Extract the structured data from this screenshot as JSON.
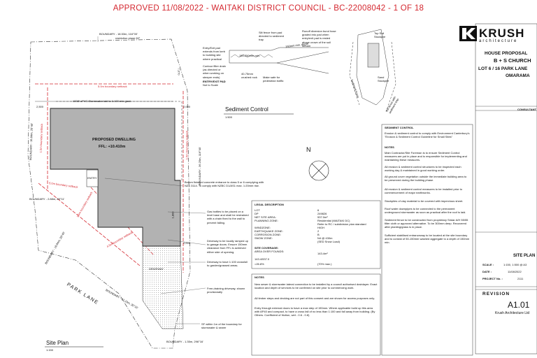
{
  "approval_stamp": "APPROVED 11/08/2022 - WAITAKI DISTRICT COUNCIL - BC-22008042 - 1 OF 18",
  "site_plan": {
    "title": "Site Plan",
    "scale": "1:150",
    "building_label": "PROPOSED DWELLING",
    "ffl_label": "FFL: +10.410m",
    "entry_label": "ENTRY",
    "driveway_label": "DRIVEWAY",
    "street_label": "PARK LANE",
    "north_label": "N",
    "boundary_top": "BOUNDARY - 18.53m, 116°00'",
    "boundary_top_sub": "restriction plane 60°",
    "boundary_left": "BOUNDARY - 16.84m, 26°40'",
    "boundary_right": "BOUNDARY - 36.25m, 116°40'",
    "boundary_bottom": "BOUNDARY - 12.10m, 26°16'",
    "boundary_bottom_right": "BOUNDARY - 1.35m, 296°16'",
    "boundary_sw": "BOUNDARY - 2.88m, 65°11'",
    "setback_top": "5.0m boundary setback",
    "setback_left": "1.5m boundary setback",
    "setback_right": "1.5m boundary setback",
    "setback_lower_left": "5.0m boundary setback",
    "setback_lower_mid": "4.0m boundary setback",
    "stormwater_note": "100Ø uPVC Stormwater laid to 1:100 min grad.",
    "dim_1": "2,500",
    "dim_2": "2,000",
    "dim_3": "2,000",
    "dim_4": "7,070",
    "dim_5": "1,800",
    "callout_paving": "Broom finished concrete entrance to class 5 or 6 complying with NZS 3114. To comply with NZBC D1/AS1 max. 1:20mm rise.",
    "callout_gas": "Gas bottles to be placed on a level base and shall be restrained with a chain fixed to the wall to prevent falling.",
    "callout_driveway": "Driveway to be locally ramped up to garage doors. Ensure 150mm clearance from FFL is achieved either side of opening.",
    "callout_crossfall": "Driveway to have 1:100 crossfall to garden/grassed areas.",
    "callout_freedrain": "Free-draining driveway, shown provisionally",
    "callout_sewer": "SF within 1m of the boundary for stormwater & sewer"
  },
  "sediment": {
    "title": "Sediment Control",
    "scale": "1:500",
    "label_silt_fence": "Silt fence from pad directed to sediment trap",
    "label_runoff": "Runoff diversion bund hose graded into pad when entry/exit pad is rested above crown of the soil stream",
    "label_entry_pad": "Entry/Exit pad extends from kerb to building site where practical",
    "label_contour": "Contour filter drain (as directed or when working on steeper ends)",
    "label_150": "150-250mm min.",
    "label_40": "40-75mm crushed rock",
    "label_edge": "Make safe for pedestrian traffic",
    "label_depth": "150mm min. depth",
    "entry_pad_title": "ENTRY/EXIT PAD",
    "entry_pad_sub": "Not to Scale",
    "top_soil": "Top Soil Stockpile",
    "sand": "Sand Stockpile",
    "boundary_note": "Sediment fence",
    "silt_note": "Silt fence with sediment trap"
  },
  "legal": {
    "title": "LEGAL DESCRIPTION",
    "rows": [
      {
        "k": "LOT",
        "v": "6"
      },
      {
        "k": "DP",
        "v": "249826"
      },
      {
        "k": "NET SITE AREA:",
        "v": "537.0m²"
      },
      {
        "k": "PLANNING ZONE:",
        "v": "Residential (WAITAKI DC)"
      },
      {
        "k": "",
        "v": "Refer to RC / subdivision plan standard"
      },
      {
        "k": "WINDZONE:",
        "v": "HIGH"
      },
      {
        "k": "EARTHQUAKE ZONE:",
        "v": "2"
      },
      {
        "k": "CORROSION ZONE:",
        "v": "B"
      },
      {
        "k": "SNOW ZONE:",
        "v": "N4 @ 430m"
      },
      {
        "k": "",
        "v": "(SED Snow Load)"
      }
    ],
    "coverage_title": "SITE COVERAGE:",
    "coverage_sub": "AREA OVER FOUNDS:",
    "coverage_val": "143.4m²",
    "calc_1": "143.4/537.0",
    "calc_2": "=26.8%",
    "calc_3": "(70% max.)"
  },
  "notes": {
    "title": "NOTES",
    "items": [
      "New sewer & stormwater lateral connection to be installed by a council authorised drainlayer. Exact location and depth of services to be confirmed on site prior to commencing work.",
      "All timber steps and decking are not part of this consent and are shown for access purposes only.",
      "Entry through external doors to have a max step of 190mm. Where applicable build up this area with AP40 and compact, to have a cross fall of no less than 1:100 and fall away from building. (By Others. Coefficient of friction, wet - 0.6 - 0.8)"
    ]
  },
  "sediment_notes": {
    "title": "SEDIMENT CONTROL",
    "intro": "Erosion & sediment control to comply with Environment Canterbury's \"Erosion & Sediment Control Guideline for Small Sites\"",
    "subtitle": "NOTES",
    "items": [
      "Main Contractor/Site Foreman is to ensure Sediment Control measures are put in place and is responsible for implementing and maintaining these measures.",
      "All erosion & sediment control structures to be inspected each working day & maintained in good working order.",
      "All ground cover vegetation outside the immediate building area to be preserved during the building phase.",
      "All erosion & sediment control measures to be installed prior to commencement of major earthworks.",
      "Stockpiles of clay material to be covered with impervious sheet.",
      "Roof water downpipes to be connected to the permanent underground stormwater as soon as practical after the roof is laid.",
      "Sediment fence to be constructed from proprietary Sirdar A/H 55/55 filter cloth or approved alternative. To be 300mm deep. Recovered after planting/grass is in place.",
      "Sufficient stabilised entranceway to be located at the site boundary and to consist of 50-150mm washed aggregate to a depth of 150mm min."
    ]
  },
  "title_block": {
    "logo": "KRUSH",
    "logo_sub": "architecture",
    "project_line_1": "HOUSE PROPOSAL",
    "project_line_2": "B + S CHURCH",
    "project_line_3": "LOT 6 / 16 PARK LANE",
    "project_line_4": "OMARAMA",
    "consultant": "CONSULTANT",
    "sheet_title": "SITE PLAN",
    "scale_label": "SCALE :",
    "scale_value": "1:150, 1:500 @ A3",
    "date_label": "DATE :",
    "date_value": "11/08/2022",
    "project_label": "PROJECT No. :",
    "project_value": "2111",
    "revision_label": "REVISION",
    "sheet_number": "A1.01",
    "company": "Krush Architecture Ltd"
  },
  "colors": {
    "approval_red": "#d4262e",
    "building_fill": "#b2b2b2",
    "setback_red": "#d4262e"
  }
}
